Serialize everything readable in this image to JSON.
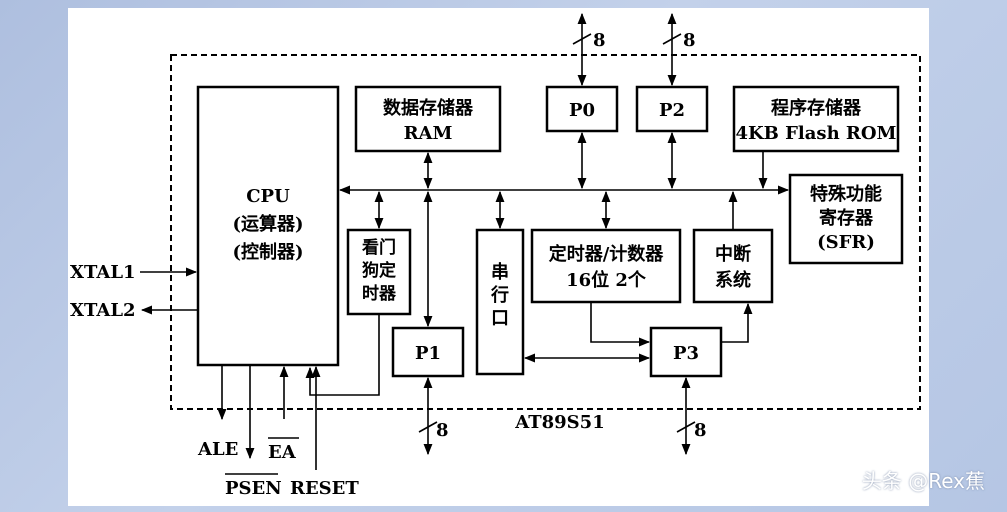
{
  "diagram": {
    "chip_name": "AT89S51",
    "blocks": {
      "cpu": {
        "line1": "CPU",
        "line2": "(运算器)",
        "line3": "(控制器)"
      },
      "ram": {
        "line1": "数据存储器",
        "line2": "RAM"
      },
      "p0": {
        "label": "P0"
      },
      "p2": {
        "label": "P2"
      },
      "rom": {
        "line1": "程序存储器",
        "line2": "4KB Flash ROM"
      },
      "sfr": {
        "line1": "特殊功能",
        "line2": "寄存器",
        "line3": "(SFR)"
      },
      "watchdog": {
        "line1": "看门",
        "line2": "狗定",
        "line3": "时器"
      },
      "serial": {
        "line1": "串",
        "line2": "行",
        "line3": "口"
      },
      "timer": {
        "line1": "定时器/计数器",
        "line2": "16位  2个"
      },
      "interrupt": {
        "line1": "中断",
        "line2": "系统"
      },
      "p1": {
        "label": "P1"
      },
      "p3": {
        "label": "P3"
      }
    },
    "signals": {
      "xtal1": "XTAL1",
      "xtal2": "XTAL2",
      "ale": "ALE",
      "psen": "PSEN",
      "ea": "EA",
      "reset": "RESET"
    },
    "bus_width": {
      "p0": "8",
      "p2": "8",
      "p1": "8",
      "p3": "8"
    }
  },
  "watermark": "头条 @Rex蕉"
}
